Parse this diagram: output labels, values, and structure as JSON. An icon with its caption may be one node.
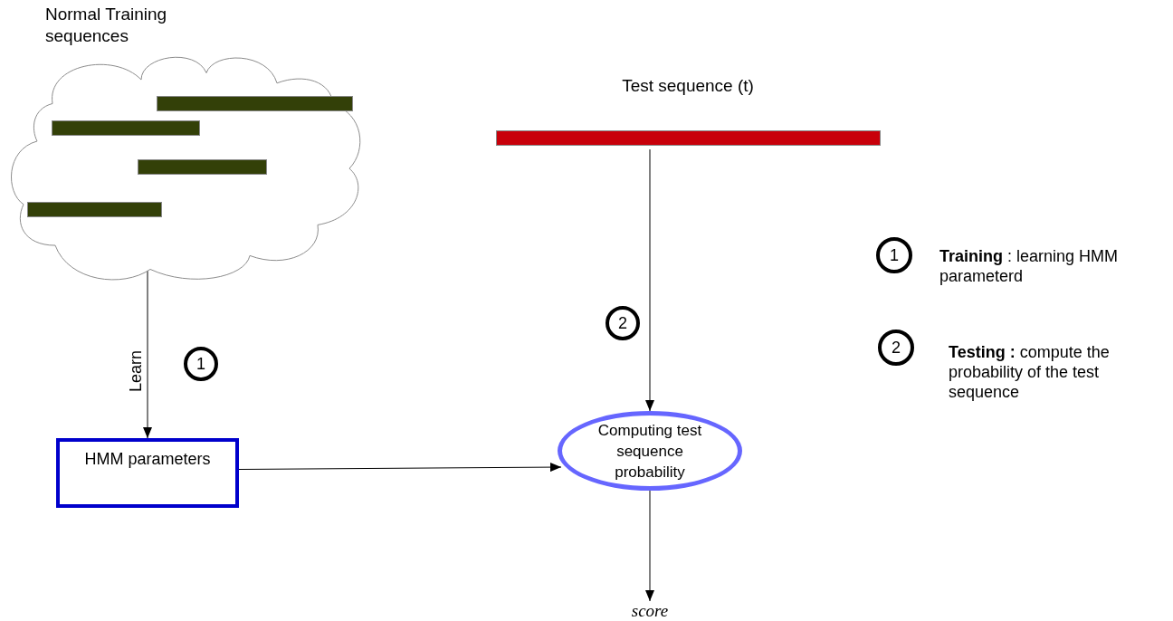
{
  "diagram": {
    "nodes": [
      {
        "text": [
          "Normal Training sequences"
        ]
      },
      {
        "text": [],
        "shape": "bar",
        "in": 0
      },
      {
        "text": [],
        "shape": "bar",
        "in": 0
      },
      {
        "text": [],
        "shape": "bar",
        "in": 0
      },
      {
        "text": [],
        "shape": "bar",
        "in": 0
      },
      {
        "text": [],
        "shape": "bar"
      },
      {
        "text": [
          "HMM parameters"
        ]
      },
      {
        "text": [
          "Computing test sequence probability"
        ]
      },
      {
        "text": [
          "score"
        ]
      },
      {
        "text": [
          "1"
        ]
      },
      {
        "text": [
          "2"
        ]
      },
      {
        "text": [
          "1"
        ],
        "beside": [
          "**Training** : learning HMM parameterd"
        ]
      },
      {
        "text": [
          "2"
        ],
        "beside": [
          "**Testing :** compute the probability of the test sequence"
        ]
      }
    ],
    "edges": [
      {
        "from": 0,
        "to": 6,
        "arrow": "to",
        "label": "Learn"
      },
      {
        "from": 5,
        "to": 7,
        "arrow": "to"
      },
      {
        "from": 6,
        "to": 7,
        "arrow": "to"
      },
      {
        "from": 7,
        "to": 8,
        "arrow": "to"
      }
    ],
    "labels": [
      "Test sequence (t)"
    ]
  }
}
